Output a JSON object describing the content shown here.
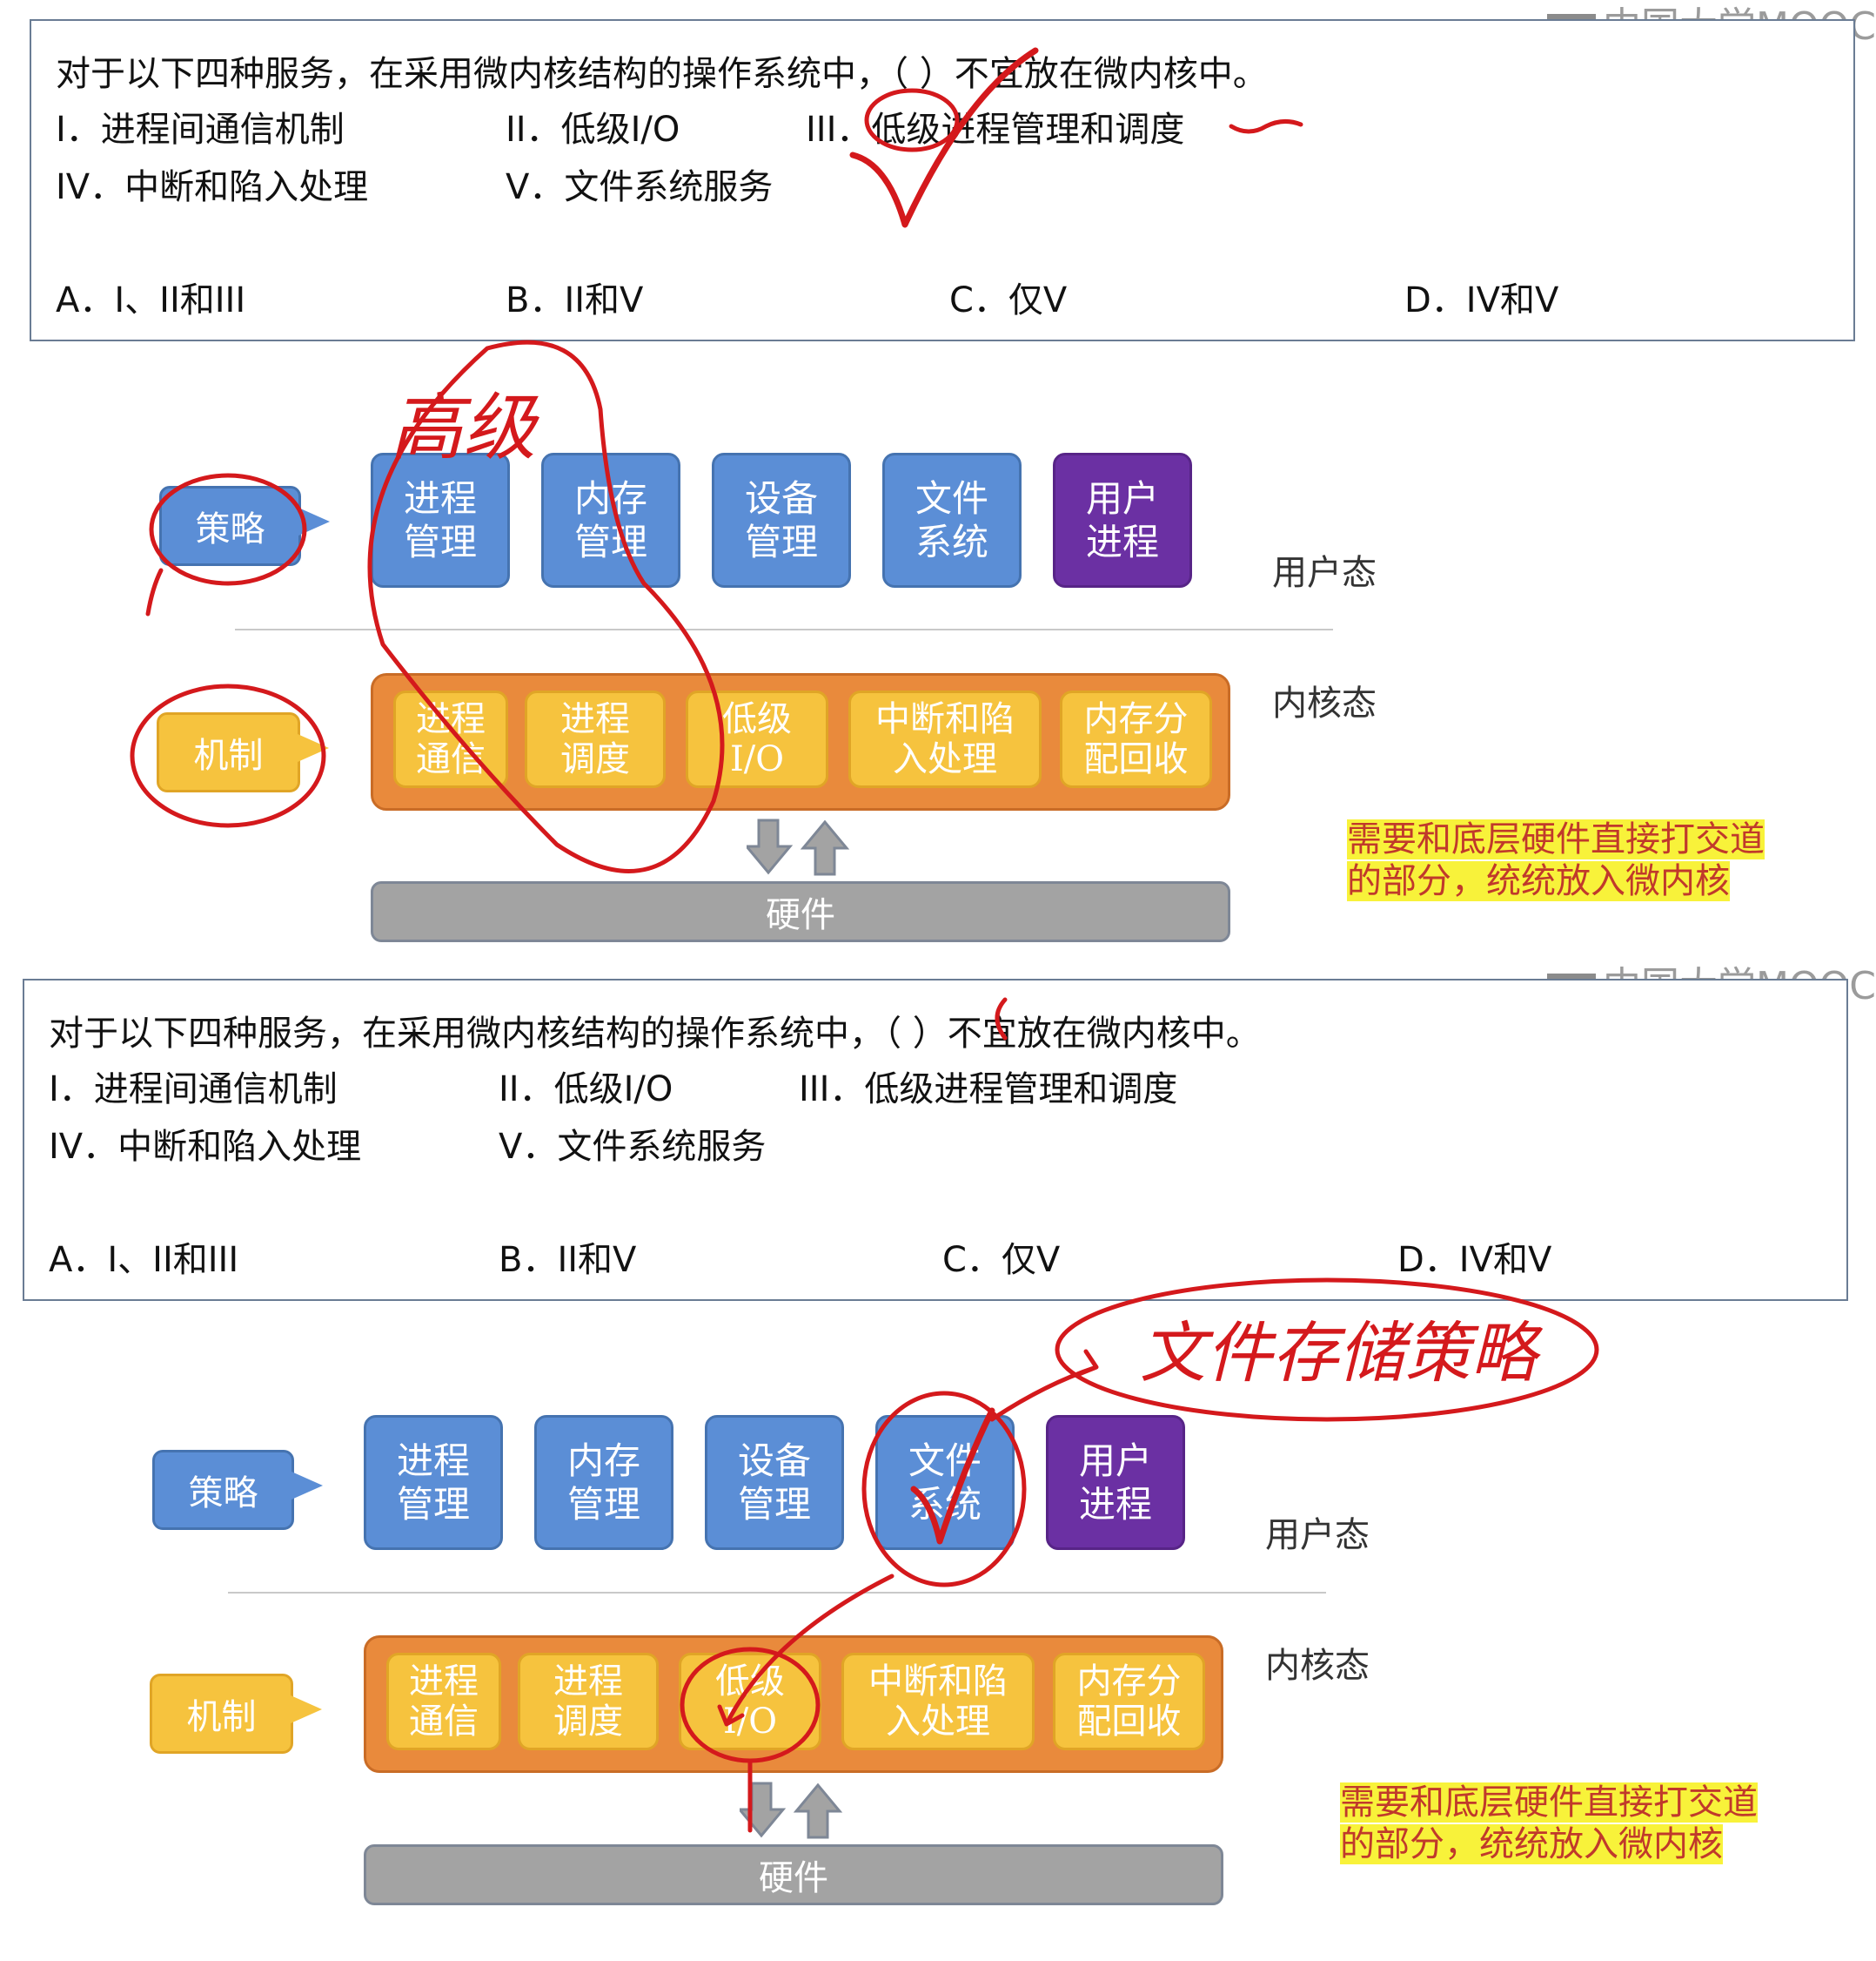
{
  "watermark": "中国大学MOOC",
  "question": {
    "stem": "对于以下四种服务，在采用微内核结构的操作系统中，（ ）不宜放在微内核中。",
    "items": [
      "I．进程间通信机制",
      "II．低级I/O",
      "III．低级进程管理和调度",
      "IV．中断和陷入处理",
      "V．文件系统服务"
    ],
    "options": [
      "A．I、II和III",
      "B．II和V",
      "C．仅V",
      "D．IV和V"
    ]
  },
  "diagram": {
    "policy_label": "策略",
    "mechanism_label": "机制",
    "user_blocks": [
      "进程\n管理",
      "内存\n管理",
      "设备\n管理",
      "文件\n系统",
      "用户\n进程"
    ],
    "kernel_blocks": [
      "进程\n通信",
      "进程\n调度",
      "低级\nI/O",
      "中断和陷\n入处理",
      "内存分\n配回收"
    ],
    "hardware_label": "硬件",
    "user_state_label": "用户态",
    "kernel_state_label": "内核态",
    "note_line1": "需要和底层硬件直接打交道",
    "note_line2": "的部分，统统放入微内核"
  },
  "handwriting": {
    "slide1": "高级",
    "slide2": "文件存储策略"
  },
  "colors": {
    "blue_block": "#5b8ed6",
    "purple_block": "#6b30a3",
    "kernel_frame": "#e98a3c",
    "yellow_block": "#f6c33e",
    "hardware": "#a3a3a3",
    "ink_red": "#d4191c",
    "highlight": "#f8f23a"
  }
}
